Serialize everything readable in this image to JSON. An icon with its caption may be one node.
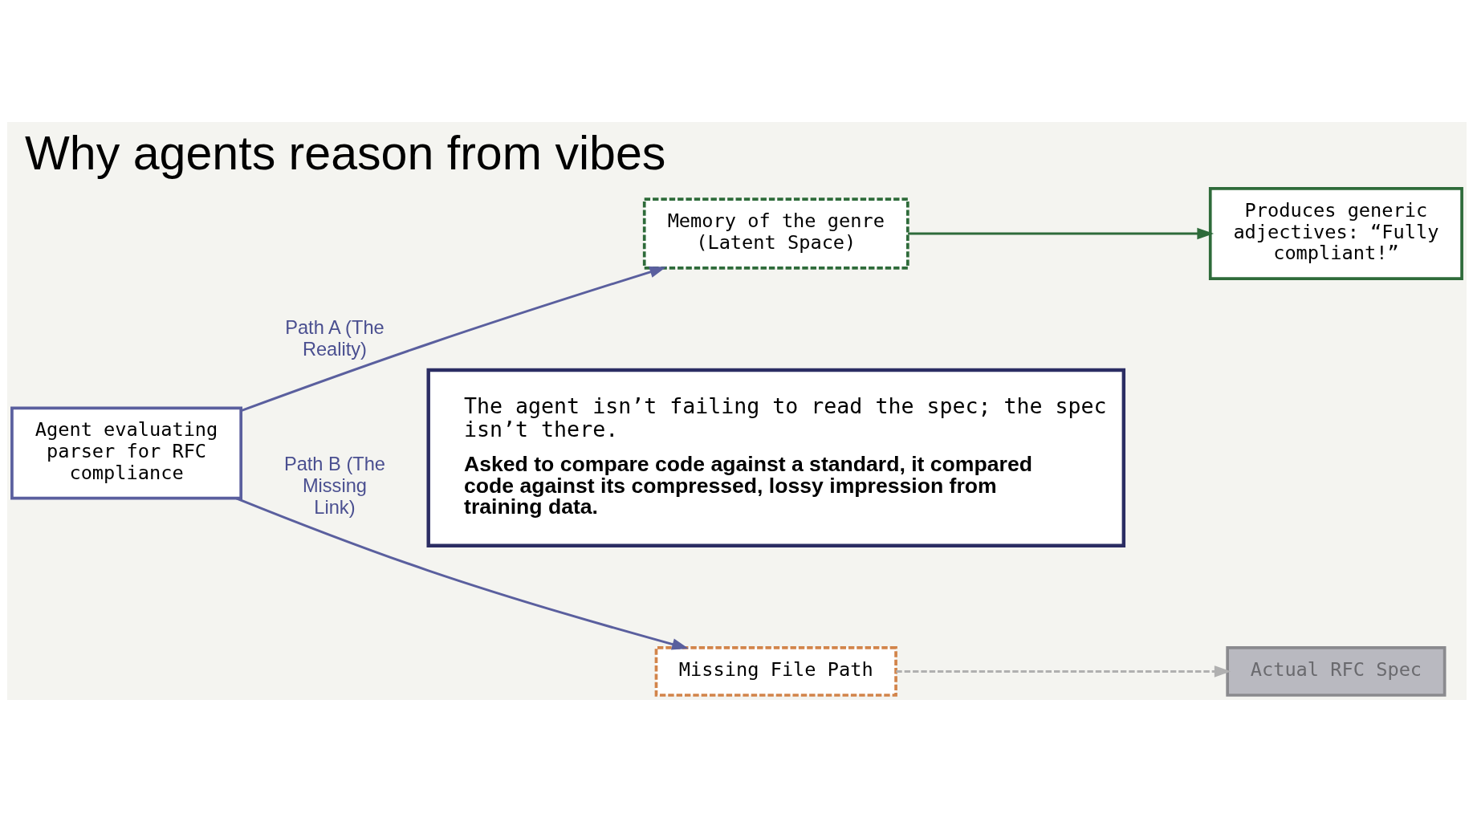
{
  "diagram": {
    "title": "Why agents reason from vibes",
    "nodes": [
      {
        "text": [
          "Agent evaluating parser for RFC compliance"
        ]
      },
      {
        "text": [
          "Memory of the genre (Latent Space)"
        ]
      },
      {
        "text": [
          "Produces generic adjectives: “Fully compliant!”"
        ]
      },
      {
        "text": [
          "The agent isn’t failing to read the spec; the spec isn’t there.",
          "Asked to compare code against a standard, it compared code against its compressed, lossy impression from training data."
        ]
      },
      {
        "text": [
          "Missing File Path"
        ]
      },
      {
        "text": [
          "Actual RFC Spec"
        ]
      }
    ],
    "edges": [
      {
        "from": 0,
        "to": 1,
        "arrow": "to",
        "label": "Path A (The Reality)"
      },
      {
        "from": 1,
        "to": 2,
        "arrow": "to",
        "color": "#2e6b3a"
      },
      {
        "from": 0,
        "to": 4,
        "arrow": "to",
        "label": "Path B (The Missing Link)"
      },
      {
        "from": 4,
        "to": 5,
        "arrow": "to",
        "style": "dashed",
        "color": "#b0b0b0"
      }
    ]
  }
}
